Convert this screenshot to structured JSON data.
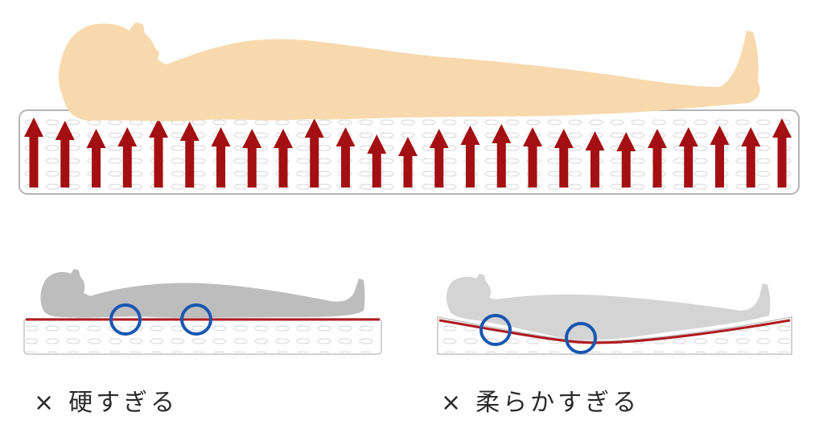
{
  "captions": {
    "too_hard": {
      "mark": "×",
      "text": "硬すぎる"
    },
    "too_soft": {
      "mark": "×",
      "text": "柔らかすぎる"
    }
  },
  "colors": {
    "ideal_body": "#f8d9ae",
    "bad_body": "#bdbdbd",
    "soft_body": "#d4d4d4",
    "support_arrow": "#a30f12",
    "spine_line": "#b01a1f",
    "pressure_circle": "#1857b0",
    "mattress_border": "#b5b5b5"
  },
  "arrows": {
    "count": 25
  }
}
